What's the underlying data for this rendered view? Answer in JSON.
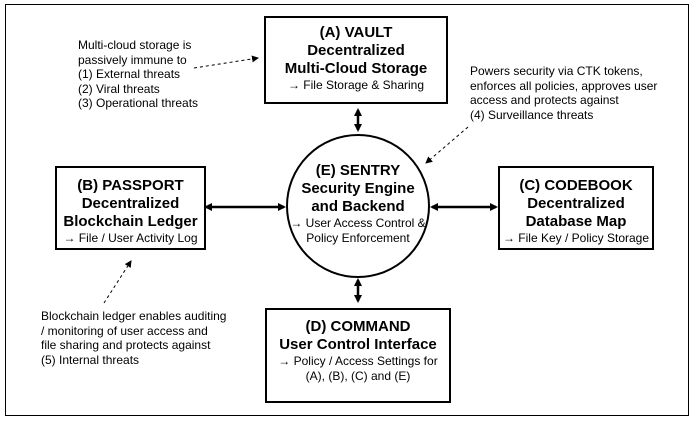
{
  "vault": {
    "heading": "(A) VAULT",
    "line1": "Decentralized",
    "line2": "Multi-Cloud Storage",
    "detail": "→ File Storage & Sharing"
  },
  "passport": {
    "heading": "(B) PASSPORT",
    "line1": "Decentralized",
    "line2": "Blockchain Ledger",
    "detail": "→ File / User Activity Log"
  },
  "codebook": {
    "heading": "(C) CODEBOOK",
    "line1": "Decentralized",
    "line2": "Database Map",
    "detail": "→ File Key / Policy Storage"
  },
  "command": {
    "heading": "(D) COMMAND",
    "line1": "User Control Interface",
    "detail1": "→ Policy / Access Settings for",
    "detail2": "(A), (B), (C) and (E)"
  },
  "sentry": {
    "heading": "(E) SENTRY",
    "line1": "Security Engine",
    "line2": "and Backend",
    "detail1": "→ User Access Control &",
    "detail2": "Policy Enforcement"
  },
  "notes": {
    "vault_note": [
      "Multi-cloud storage is",
      "passively immune to",
      "(1)  External threats",
      "(2)  Viral threats",
      "(3)  Operational threats"
    ],
    "sentry_note": [
      "Powers security via CTK tokens,",
      "enforces all policies, approves user",
      "access and protects against",
      "(4)  Surveillance threats"
    ],
    "passport_note": [
      "Blockchain ledger enables auditing",
      "/ monitoring of user access and",
      "file sharing and protects against",
      "(5) Internal threats"
    ]
  }
}
